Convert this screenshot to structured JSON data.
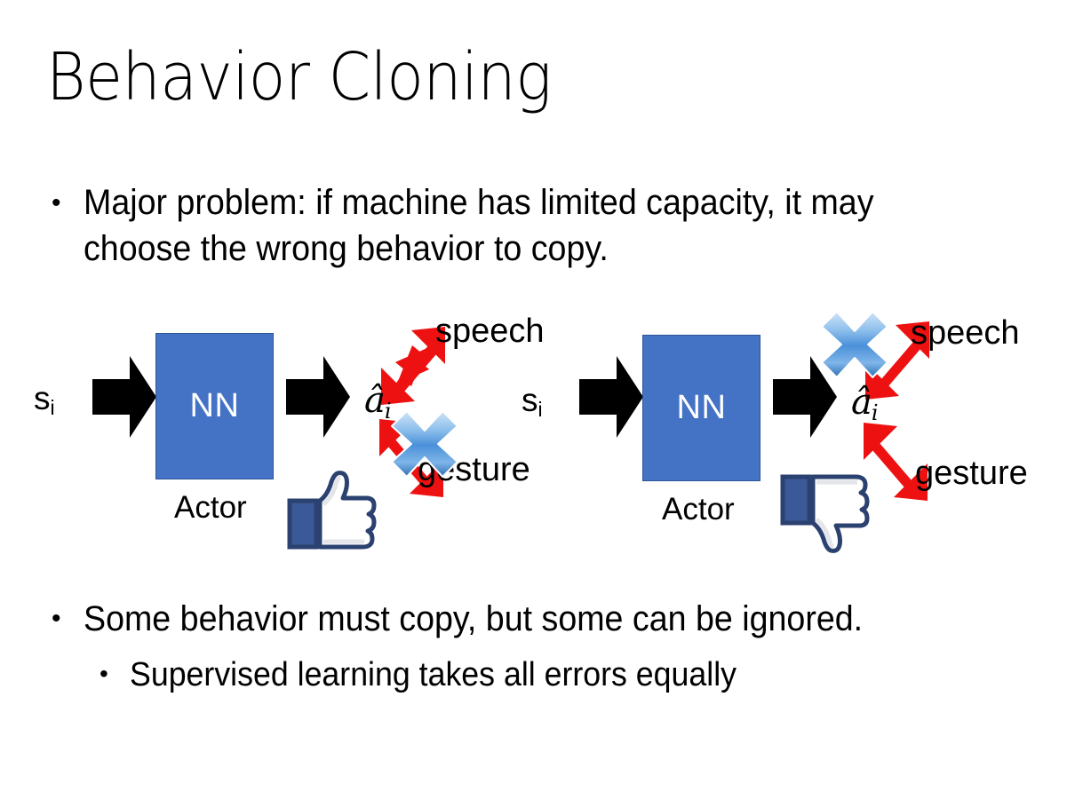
{
  "slide": {
    "title": "Behavior Cloning",
    "background_color": "#FFFFFF"
  },
  "bullets": [
    {
      "marker": "•",
      "text": "Major problem: if machine has limited capacity, it may choose the wrong behavior to copy.",
      "level": 1
    },
    {
      "marker": "•",
      "text": "Some behavior must copy, but some can be ignored.",
      "level": 1
    },
    {
      "marker": "•",
      "text": "Supervised learning takes all errors equally",
      "level": 2
    }
  ],
  "diagrams": [
    {
      "id": "left",
      "state_label": "s",
      "state_subscript": "i",
      "network_label": "NN",
      "network_caption": "Actor",
      "action_label": "â",
      "action_subscript": "i",
      "output_top": "speech",
      "output_bottom": "gesture",
      "crossed_output": "gesture",
      "verdict_icon": "thumbs-up-icon",
      "colors": {
        "box_fill": "#4472C4",
        "box_border": "#2F5597",
        "arrow": "#000000",
        "link_arrow": "#EE1111",
        "cross": "#4A90D9",
        "thumb": "#3B5998"
      }
    },
    {
      "id": "right",
      "state_label": "s",
      "state_subscript": "i",
      "network_label": "NN",
      "network_caption": "Actor",
      "action_label": "â",
      "action_subscript": "i",
      "output_top": "speech",
      "output_bottom": "gesture",
      "crossed_output": "speech",
      "verdict_icon": "thumbs-down-icon",
      "colors": {
        "box_fill": "#4472C4",
        "box_border": "#2F5597",
        "arrow": "#000000",
        "link_arrow": "#EE1111",
        "cross": "#4A90D9",
        "thumb": "#3B5998"
      }
    }
  ]
}
